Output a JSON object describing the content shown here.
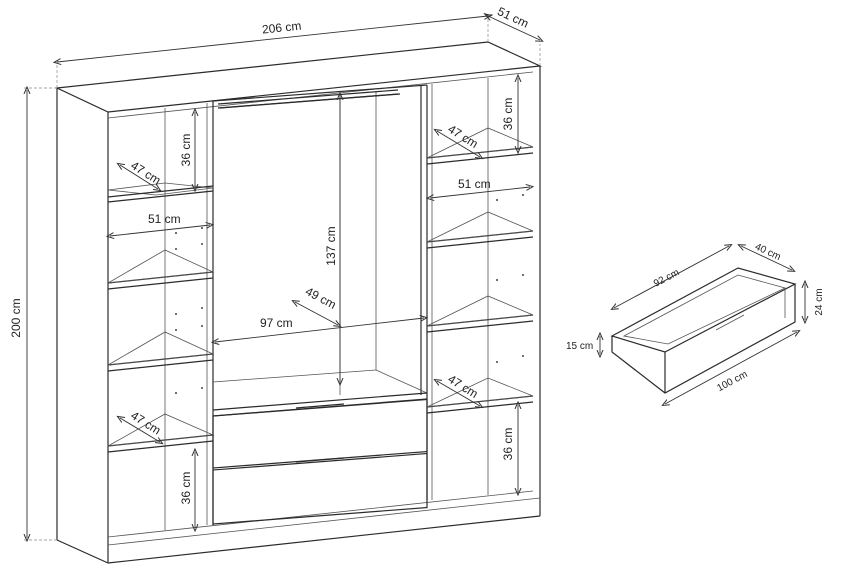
{
  "wardrobe": {
    "width_label": "206 cm",
    "depth_label": "51 cm",
    "height_label": "200 cm",
    "top_left_shelf_height": "36 cm",
    "top_left_shelf_depth": "47 cm",
    "left_inner_width": "51 cm",
    "hanging_height": "137 cm",
    "hanging_depth": "49 cm",
    "hanging_width": "97 cm",
    "top_right_shelf_height": "36 cm",
    "top_right_shelf_depth": "47 cm",
    "right_inner_width": "51 cm",
    "lower_right_shelf_depth": "47 cm",
    "lower_right_shelf_height": "36 cm",
    "lower_left_shelf_depth": "47 cm",
    "bottom_left_shelf_height": "36 cm"
  },
  "drawer": {
    "inner_length": "92 cm",
    "depth": "40 cm",
    "height": "24 cm",
    "front_height": "15 cm",
    "outer_length": "100 cm"
  }
}
